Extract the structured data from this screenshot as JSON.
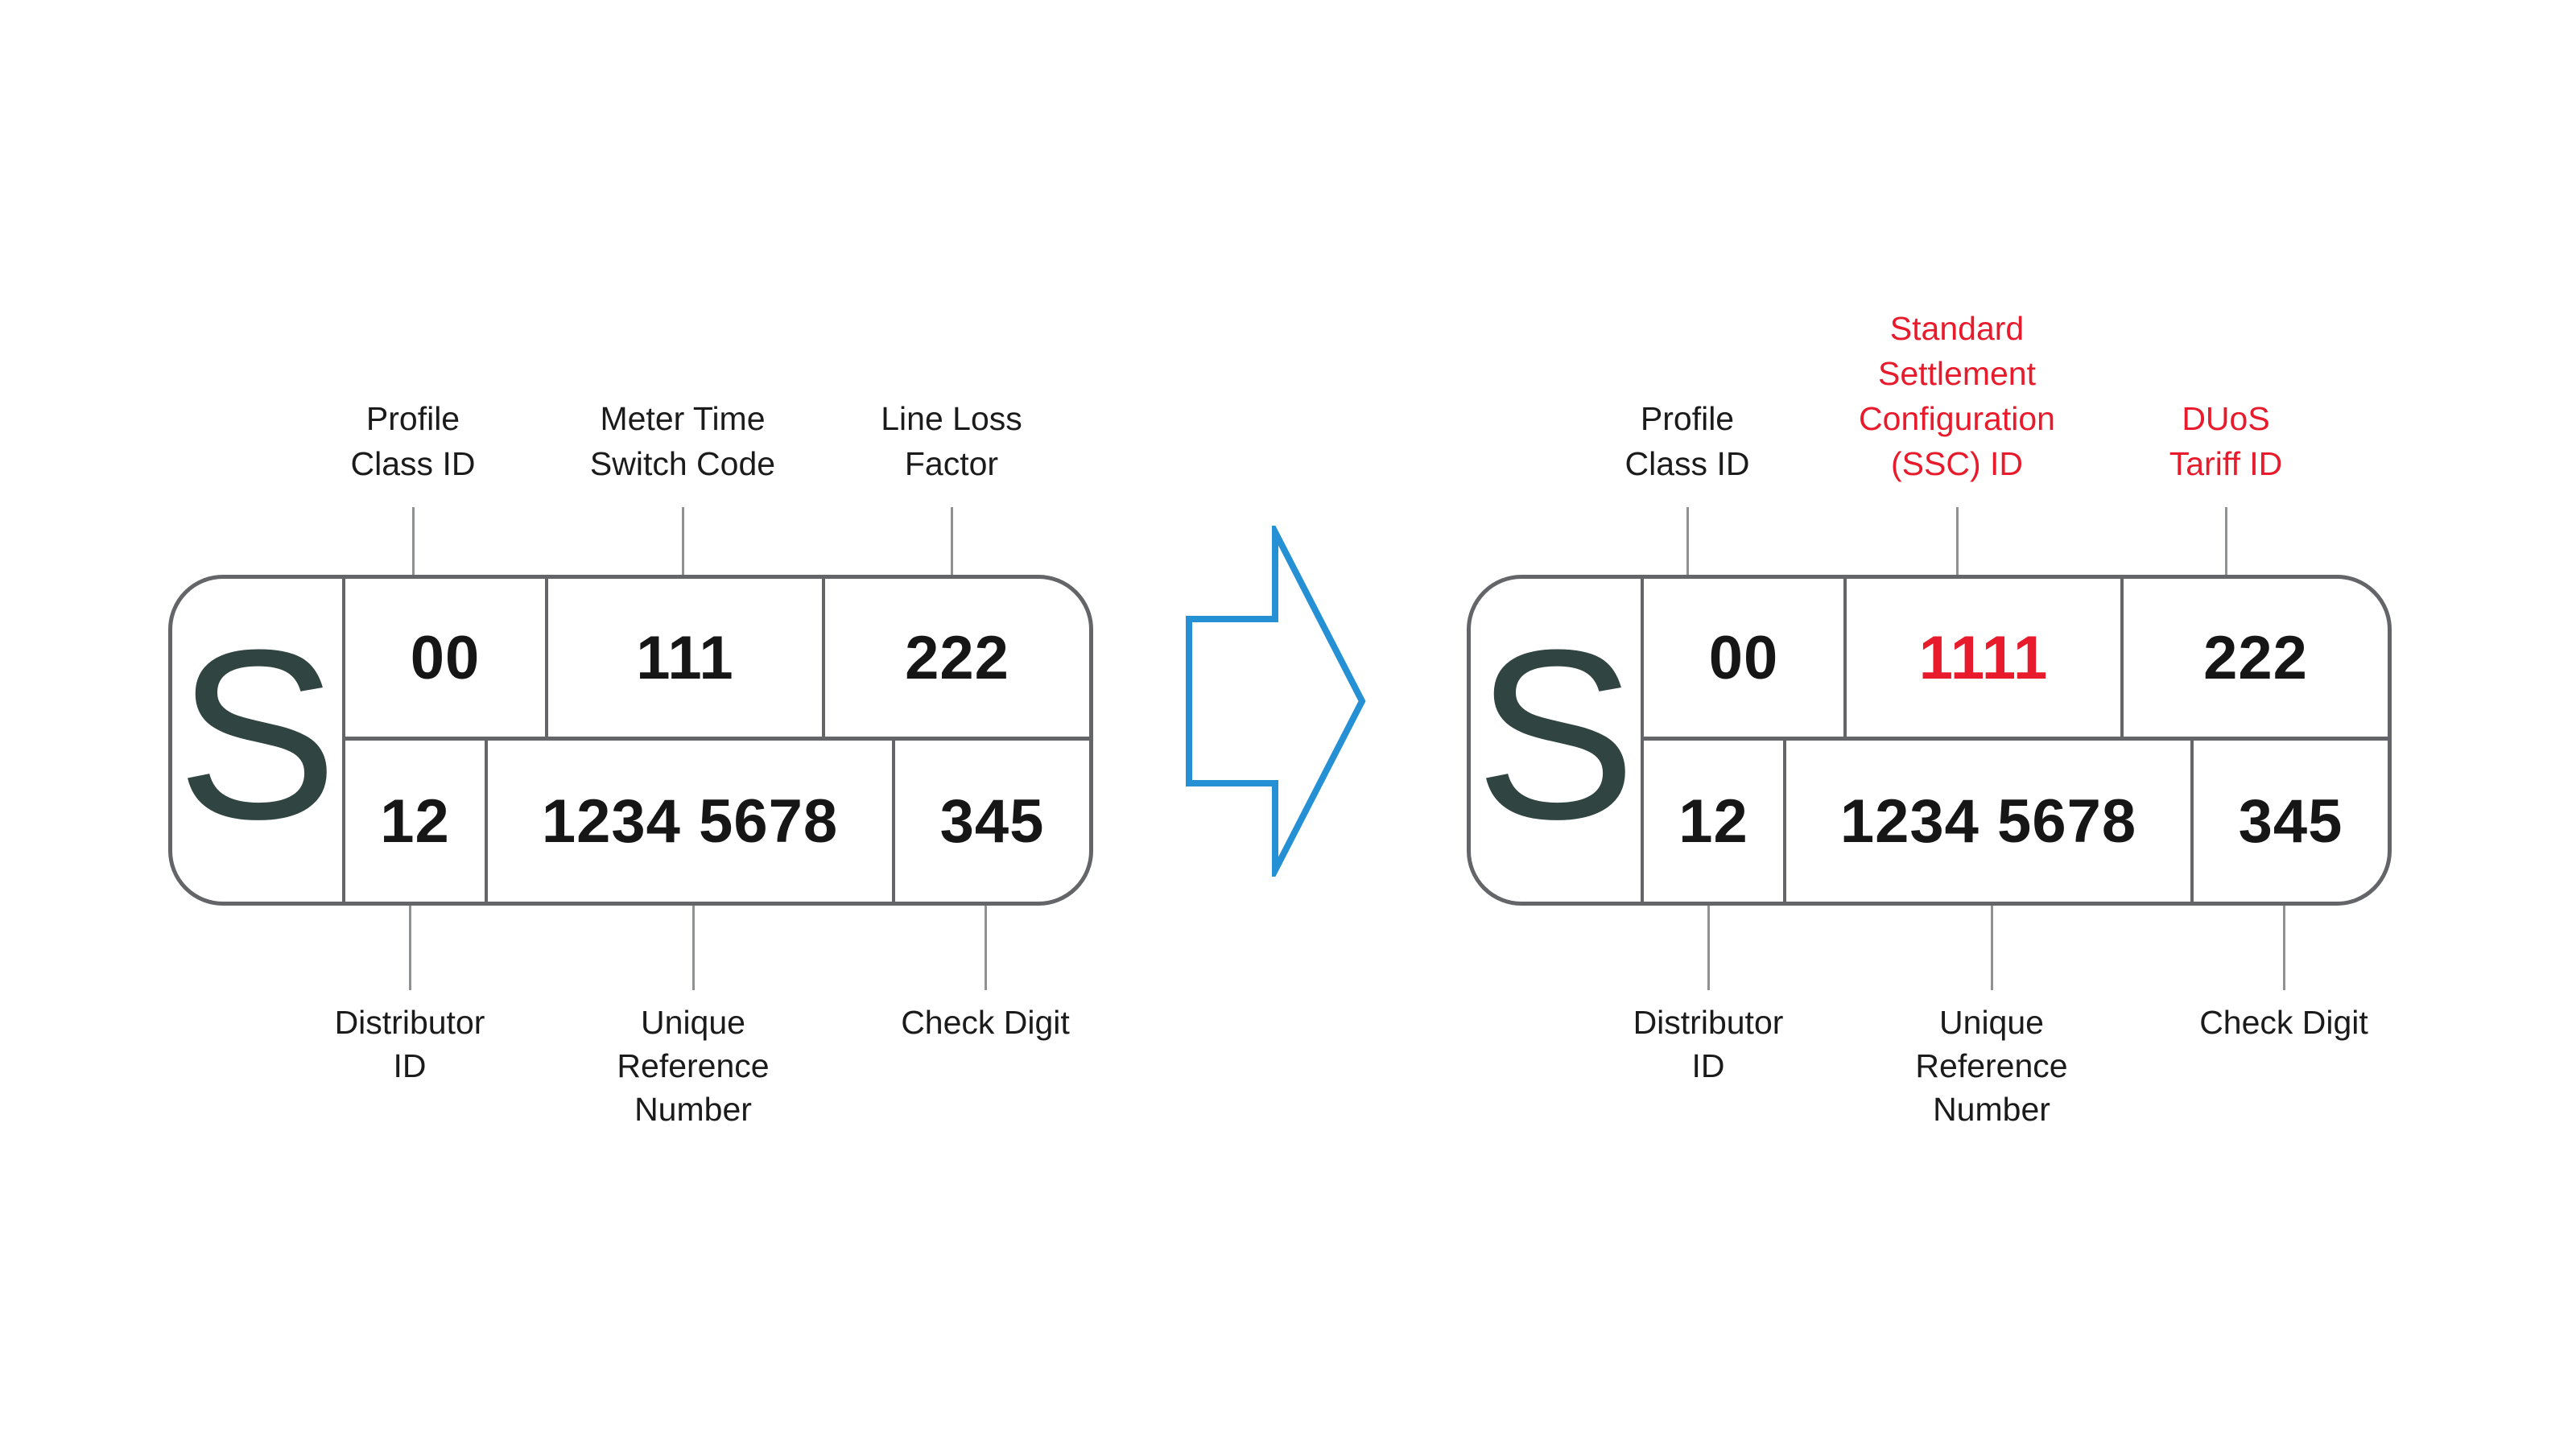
{
  "colors": {
    "highlight_red": "#e81b2c",
    "arrow_blue": "#2590d3",
    "card_border_gray": "#636569",
    "supply_letter_dark": "#304441",
    "label_text": "#1b1b1b",
    "leader_line_gray": "#8f9193"
  },
  "left_diagram": {
    "supply_letter": "S",
    "top_labels": [
      {
        "lines": [
          "Profile",
          "Class ID"
        ]
      },
      {
        "lines": [
          "Meter Time",
          "Switch Code"
        ]
      },
      {
        "lines": [
          "Line Loss",
          "Factor"
        ]
      }
    ],
    "top_cells": [
      {
        "value": "00"
      },
      {
        "value": "111"
      },
      {
        "value": "222"
      }
    ],
    "bottom_cells": [
      {
        "value": "12"
      },
      {
        "value": "1234 5678"
      },
      {
        "value": "345"
      }
    ],
    "bottom_labels": [
      {
        "lines": [
          "Distributor",
          "ID"
        ]
      },
      {
        "lines": [
          "Unique",
          "Reference",
          "Number"
        ]
      },
      {
        "lines": [
          "Check Digit"
        ]
      }
    ]
  },
  "right_diagram": {
    "supply_letter": "S",
    "top_labels": [
      {
        "lines": [
          "Profile",
          "Class ID"
        ]
      },
      {
        "lines": [
          "Standard",
          "Settlement",
          "Configuration",
          "(SSC) ID"
        ]
      },
      {
        "lines": [
          "DUoS",
          "Tariff ID"
        ]
      }
    ],
    "top_cells": [
      {
        "value": "00"
      },
      {
        "value": "1111"
      },
      {
        "value": "222"
      }
    ],
    "bottom_cells": [
      {
        "value": "12"
      },
      {
        "value": "1234 5678"
      },
      {
        "value": "345"
      }
    ],
    "bottom_labels": [
      {
        "lines": [
          "Distributor",
          "ID"
        ]
      },
      {
        "lines": [
          "Unique",
          "Reference",
          "Number"
        ]
      },
      {
        "lines": [
          "Check Digit"
        ]
      }
    ]
  }
}
